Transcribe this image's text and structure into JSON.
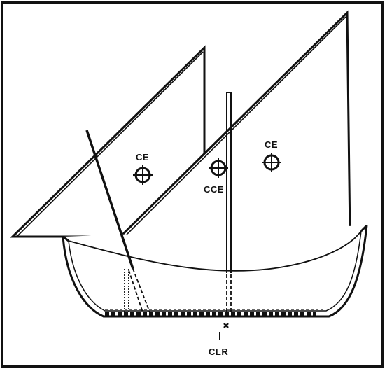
{
  "figure": {
    "labels": {
      "ce_left": "CE",
      "ce_right": "CE",
      "cce": "CCE",
      "clr": "CLR"
    },
    "colors": {
      "ink": "#111111",
      "paper": "#ffffff"
    }
  }
}
